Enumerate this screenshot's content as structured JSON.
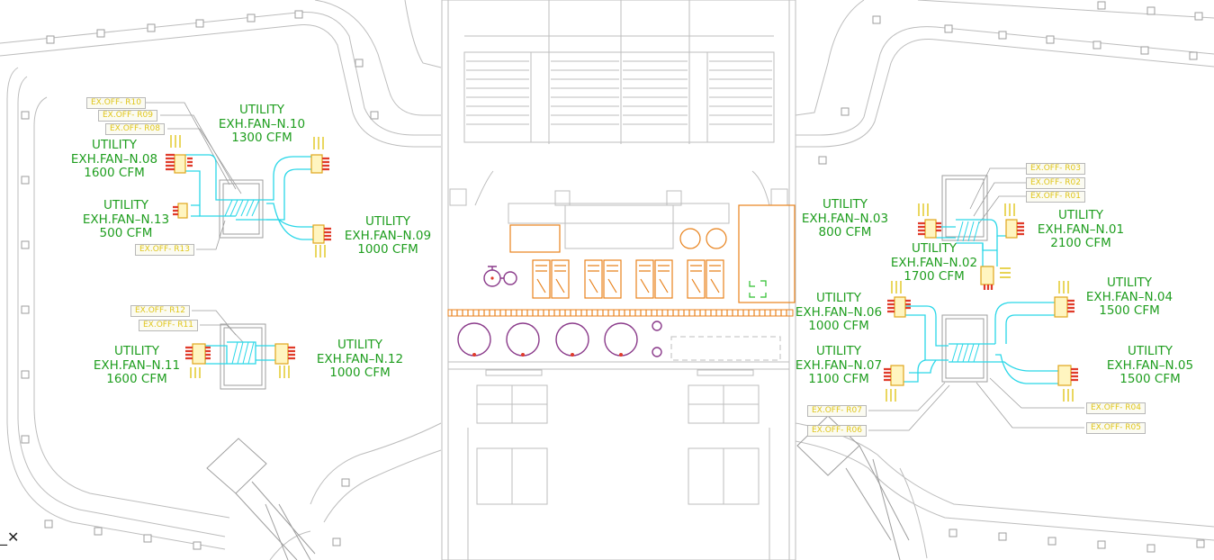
{
  "colors": {
    "background": "#ffffff",
    "label_green": "#1f9e1f",
    "duct_cyan": "#2ad7e8",
    "equipment_orange": "#e8821c",
    "grille_red": "#e03b2a",
    "tag_yellow": "#e0c61c",
    "wall_gray": "#b9b9b9",
    "tank_purple": "#8a3a8a"
  },
  "fans": [
    {
      "id": "n10",
      "name": "UTILITY",
      "number": "EXH.FAN–N.10",
      "cfm": "1300  CFM"
    },
    {
      "id": "n08",
      "name": "UTILITY",
      "number": "EXH.FAN–N.08",
      "cfm": "1600  CFM"
    },
    {
      "id": "n13",
      "name": "UTILITY",
      "number": "EXH.FAN–N.13",
      "cfm": "500  CFM"
    },
    {
      "id": "n09",
      "name": "UTILITY",
      "number": "EXH.FAN–N.09",
      "cfm": "1000  CFM"
    },
    {
      "id": "n11",
      "name": "UTILITY",
      "number": "EXH.FAN–N.11",
      "cfm": "1600  CFM"
    },
    {
      "id": "n12",
      "name": "UTILITY",
      "number": "EXH.FAN–N.12",
      "cfm": "1000  CFM"
    },
    {
      "id": "n03",
      "name": "UTILITY",
      "number": "EXH.FAN–N.03",
      "cfm": "800  CFM"
    },
    {
      "id": "n01",
      "name": "UTILITY",
      "number": "EXH.FAN–N.01",
      "cfm": "2100  CFM"
    },
    {
      "id": "n02",
      "name": "UTILITY",
      "number": "EXH.FAN–N.02",
      "cfm": "1700  CFM"
    },
    {
      "id": "n06",
      "name": "UTILITY",
      "number": "EXH.FAN–N.06",
      "cfm": "1000  CFM"
    },
    {
      "id": "n04",
      "name": "UTILITY",
      "number": "EXH.FAN–N.04",
      "cfm": "1500  CFM"
    },
    {
      "id": "n07",
      "name": "UTILITY",
      "number": "EXH.FAN–N.07",
      "cfm": "1100  CFM"
    },
    {
      "id": "n05",
      "name": "UTILITY",
      "number": "EXH.FAN–N.05",
      "cfm": "1500  CFM"
    }
  ],
  "tags": [
    {
      "id": "r10",
      "text": "EX.OFF- R10"
    },
    {
      "id": "r09",
      "text": "EX.OFF- R09"
    },
    {
      "id": "r08",
      "text": "EX.OFF- R08"
    },
    {
      "id": "r13",
      "text": "EX.OFF- R13"
    },
    {
      "id": "r12",
      "text": "EX.OFF- R12"
    },
    {
      "id": "r11",
      "text": "EX.OFF- R11"
    },
    {
      "id": "r03",
      "text": "EX.OFF- R03"
    },
    {
      "id": "r02",
      "text": "EX.OFF- R02"
    },
    {
      "id": "r01",
      "text": "EX.OFF- R01"
    },
    {
      "id": "r04",
      "text": "EX.OFF- R04"
    },
    {
      "id": "r05",
      "text": "EX.OFF- R05"
    },
    {
      "id": "r07",
      "text": "EX.OFF- R07"
    },
    {
      "id": "r06",
      "text": "EX.OFF- R06"
    }
  ],
  "ucs_icon": "_✕"
}
